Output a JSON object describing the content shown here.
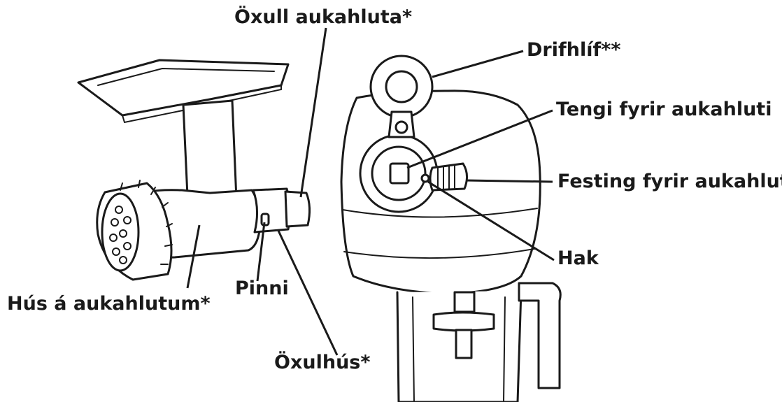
{
  "labels": {
    "oxull_aukahluta": "Öxull aukahluta*",
    "drifhlif": "Drifhlíf**",
    "tengi": "Tengi fyrir aukahluti",
    "festing": "Festing fyrir aukahluti",
    "hak": "Hak",
    "hus": "Hús á aukahlutum*",
    "pinni": "Pinni",
    "oxulhus": "Öxulhús*"
  },
  "colors": {
    "ink": "#1a1a1a",
    "background": "#ffffff"
  }
}
